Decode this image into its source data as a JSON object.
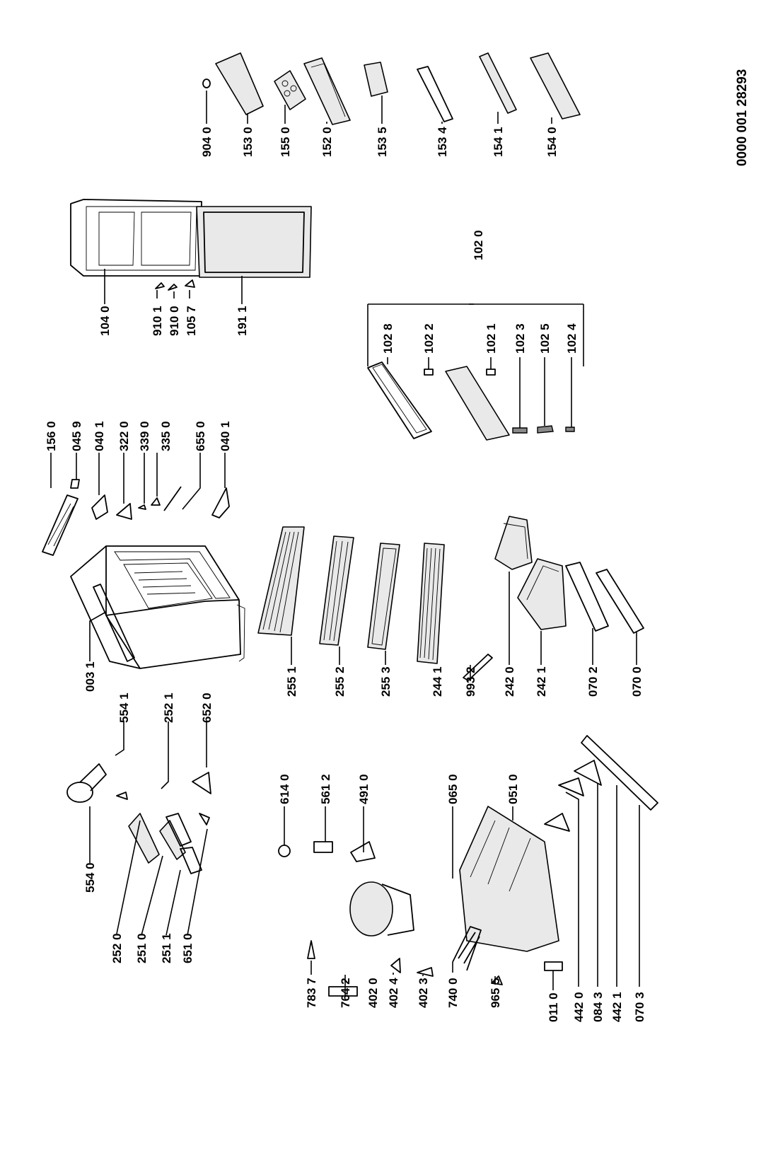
{
  "document_number": "0000 001 28293",
  "labels": {
    "554_0": "554 0",
    "554_1": "554 1",
    "252_0": "252 0",
    "251_0": "251 0",
    "251_1": "251 1",
    "651_0": "651 0",
    "252_1": "252 1",
    "652_0": "652 0",
    "003_1": "003 1",
    "156_0": "156 0",
    "045_9": "045 9",
    "040_1a": "040 1",
    "322_0": "322 0",
    "339_0": "339 0",
    "335_0": "335 0",
    "655_0": "655 0",
    "040_1b": "040 1",
    "104_0": "104 0",
    "910_1": "910 1",
    "910_0": "910 0",
    "105_7": "105 7",
    "191_1": "191 1",
    "904_0": "904 0",
    "153_0": "153 0",
    "155_0": "155 0",
    "152_0": "152 0",
    "153_5": "153 5",
    "153_4": "153 4",
    "154_1": "154 1",
    "154_0": "154 0",
    "255_1": "255 1",
    "255_2": "255 2",
    "255_3": "255 3",
    "244_1": "244 1",
    "993_2": "993 2",
    "242_0": "242 0",
    "242_1": "242 1",
    "070_2": "070 2",
    "070_0": "070 0",
    "614_0": "614 0",
    "561_2": "561 2",
    "491_0": "491 0",
    "065_0": "065 0",
    "051_0": "051 0",
    "783_7": "783 7",
    "764_2": "764 2",
    "402_0": "402 0",
    "402_4": "402 4",
    "402_3": "402 3",
    "740_0": "740 0",
    "965_5": "965 5",
    "011_0": "011 0",
    "442_0": "442 0",
    "084_3": "084 3",
    "442_1": "442 1",
    "070_3": "070 3",
    "102_0": "102 0",
    "102_8": "102 8",
    "102_2": "102 2",
    "102_1": "102 1",
    "102_3": "102 3",
    "102_5": "102 5",
    "102_4": "102 4"
  }
}
